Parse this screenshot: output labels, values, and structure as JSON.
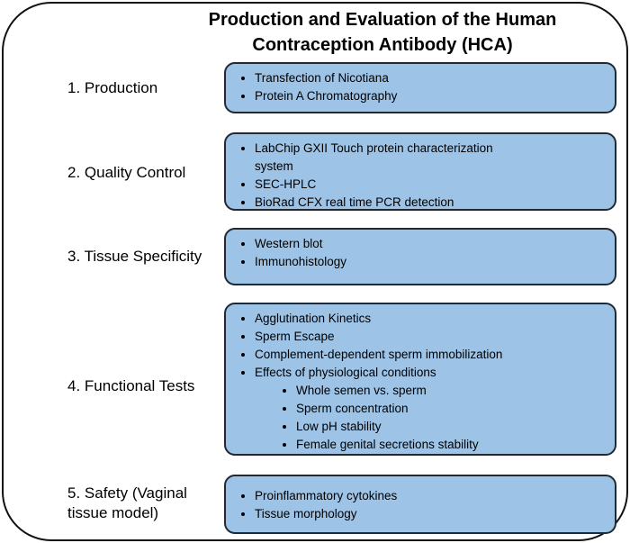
{
  "title": [
    "Production and Evaluation of the Human",
    "Contraception Antibody (HCA)"
  ],
  "stages": [
    {
      "label": "1. Production",
      "items": [
        "Transfection of Nicotiana",
        "Protein A Chromatography"
      ]
    },
    {
      "label": "2. Quality Control",
      "items": [
        "LabChip GXII Touch protein characterization system",
        "SEC-HPLC",
        "BioRad CFX real time PCR detection"
      ]
    },
    {
      "label": "3. Tissue Specificity",
      "items": [
        "Western blot",
        "Immunohistology"
      ]
    },
    {
      "label": "4. Functional Tests",
      "items": [
        "Agglutination Kinetics",
        "Sperm Escape",
        "Complement-dependent sperm immobilization",
        "Effects of physiological conditions"
      ],
      "subitems": [
        "Whole semen vs. sperm",
        "Sperm concentration",
        "Low pH stability",
        "Female genital secretions stability"
      ]
    },
    {
      "label": [
        "5. Safety (Vaginal",
        "tissue model)"
      ],
      "items": [
        "Proinflammatory cytokines",
        "Tissue morphology"
      ]
    }
  ]
}
